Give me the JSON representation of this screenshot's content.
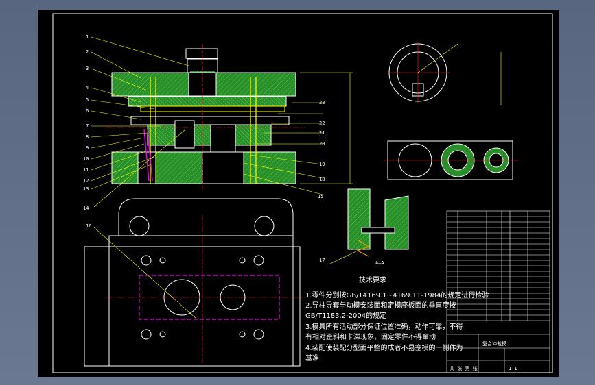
{
  "drawing": {
    "part_numbers": [
      "1",
      "2",
      "3",
      "4",
      "5",
      "6",
      "7",
      "8",
      "9",
      "10",
      "11",
      "12",
      "13",
      "14",
      "15",
      "16",
      "17",
      "18",
      "19",
      "20",
      "21",
      "22",
      "23"
    ],
    "section_label": "A—A",
    "tech_req_title": "技术要求",
    "tech_req": [
      "1.零件分别按GB/T4169.1~4169.11-1984的规定进行检验",
      "2.导柱导套与动模安装面和定模座板面的垂直度按",
      "GB/T1183.2-2004的规定",
      "3.模具所有活动部分保证位置准确，动作可靠，不得",
      "有相对歪斜和卡滞现象，固定零件不得窜动",
      "4.装配使装配分型面平整的成者不易塞模的一侧作为",
      "基准"
    ],
    "title_block": {
      "name": "复合冲裁模",
      "scale": "1:1",
      "sheet": "共 张 第 张"
    }
  },
  "colors": {
    "background": "#000000",
    "green": "#2f9e2f",
    "yellow": "#f0f000",
    "magenta": "#e000e0",
    "red": "#ff2020",
    "white": "#ffffff"
  }
}
